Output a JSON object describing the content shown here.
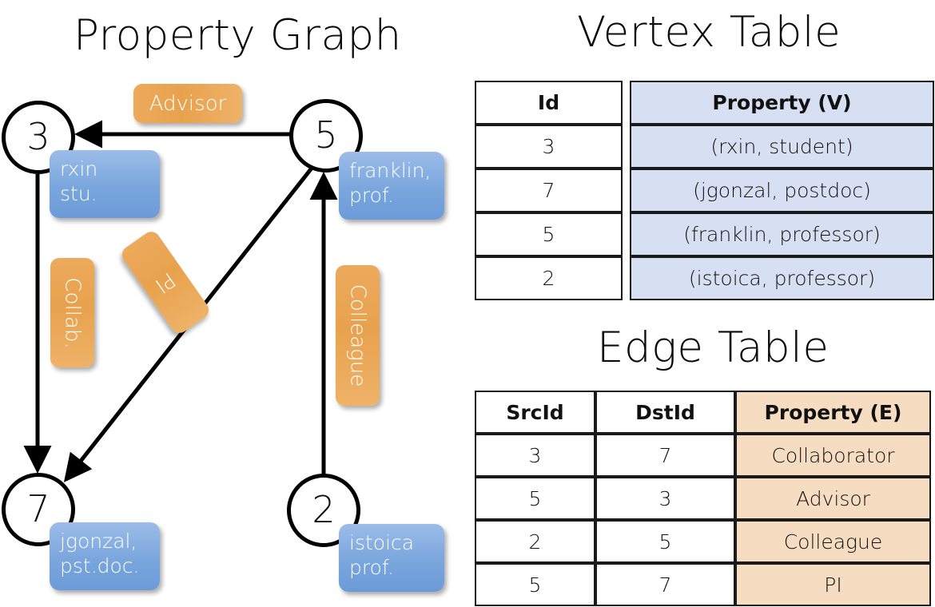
{
  "titles": {
    "property_graph": "Property Graph",
    "vertex_table": "Vertex Table",
    "edge_table": "Edge Table"
  },
  "colors": {
    "vertex_header_fill": "#d6e0f2",
    "edge_header_fill": "#f6ddc2",
    "node_property_box": "#7aa6dd",
    "edge_label_box": "#e8a24e",
    "stroke": "#000000"
  },
  "graph": {
    "nodes": [
      {
        "id": "3",
        "property_line1": "rxin",
        "property_line2": "stu."
      },
      {
        "id": "5",
        "property_line1": "franklin,",
        "property_line2": "prof."
      },
      {
        "id": "7",
        "property_line1": "jgonzal,",
        "property_line2": "pst.doc."
      },
      {
        "id": "2",
        "property_line1": "istoica",
        "property_line2": "prof."
      }
    ],
    "edge_labels": [
      {
        "name": "advisor",
        "text": "Advisor"
      },
      {
        "name": "collab",
        "text": "Collab."
      },
      {
        "name": "pi",
        "text": "PI"
      },
      {
        "name": "colleague",
        "text": "Colleague"
      }
    ],
    "edges": [
      {
        "src": "5",
        "dst": "3",
        "label": "Advisor"
      },
      {
        "src": "3",
        "dst": "7",
        "label": "Collab."
      },
      {
        "src": "5",
        "dst": "7",
        "label": "PI"
      },
      {
        "src": "2",
        "dst": "5",
        "label": "Colleague"
      }
    ]
  },
  "vertex_table": {
    "columns": [
      "Id",
      "Property (V)"
    ],
    "rows": [
      {
        "id": "3",
        "property": "(rxin, student)"
      },
      {
        "id": "7",
        "property": "(jgonzal, postdoc)"
      },
      {
        "id": "5",
        "property": "(franklin, professor)"
      },
      {
        "id": "2",
        "property": "(istoica, professor)"
      }
    ]
  },
  "edge_table": {
    "columns": [
      "SrcId",
      "DstId",
      "Property (E)"
    ],
    "rows": [
      {
        "src": "3",
        "dst": "7",
        "property": "Collaborator"
      },
      {
        "src": "5",
        "dst": "3",
        "property": "Advisor"
      },
      {
        "src": "2",
        "dst": "5",
        "property": "Colleague"
      },
      {
        "src": "5",
        "dst": "7",
        "property": "PI"
      }
    ]
  }
}
